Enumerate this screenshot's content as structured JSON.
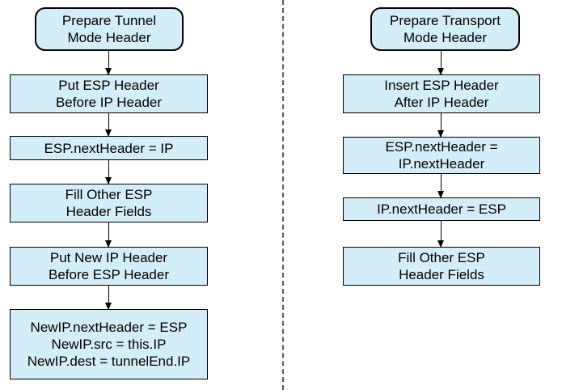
{
  "diagram": {
    "colors": {
      "box_fill": "#d3edf9",
      "box_border": "#000000",
      "text": "#000000",
      "divider": "#595959",
      "arrow": "#000000"
    },
    "left": {
      "nodes": [
        {
          "type": "rounded",
          "lines": [
            "Prepare Tunnel",
            "Mode Header"
          ]
        },
        {
          "type": "rect",
          "lines": [
            "Put ESP Header",
            "Before IP Header"
          ]
        },
        {
          "type": "rect",
          "lines": [
            "ESP.nextHeader = IP"
          ]
        },
        {
          "type": "rect",
          "lines": [
            "Fill Other ESP",
            "Header Fields"
          ]
        },
        {
          "type": "rect",
          "lines": [
            "Put New IP Header",
            "Before ESP Header"
          ]
        },
        {
          "type": "rect",
          "lines": [
            "NewIP.nextHeader = ESP",
            "NewIP.src = this.IP",
            "NewIP.dest = tunnelEnd.IP"
          ]
        }
      ]
    },
    "right": {
      "nodes": [
        {
          "type": "rounded",
          "lines": [
            "Prepare Transport",
            "Mode Header"
          ]
        },
        {
          "type": "rect",
          "lines": [
            "Insert ESP Header",
            "After IP Header"
          ]
        },
        {
          "type": "rect",
          "lines": [
            "ESP.nextHeader =",
            "IP.nextHeader"
          ]
        },
        {
          "type": "rect",
          "lines": [
            "IP.nextHeader = ESP"
          ]
        },
        {
          "type": "rect",
          "lines": [
            "Fill Other ESP",
            "Header Fields"
          ]
        }
      ]
    }
  }
}
